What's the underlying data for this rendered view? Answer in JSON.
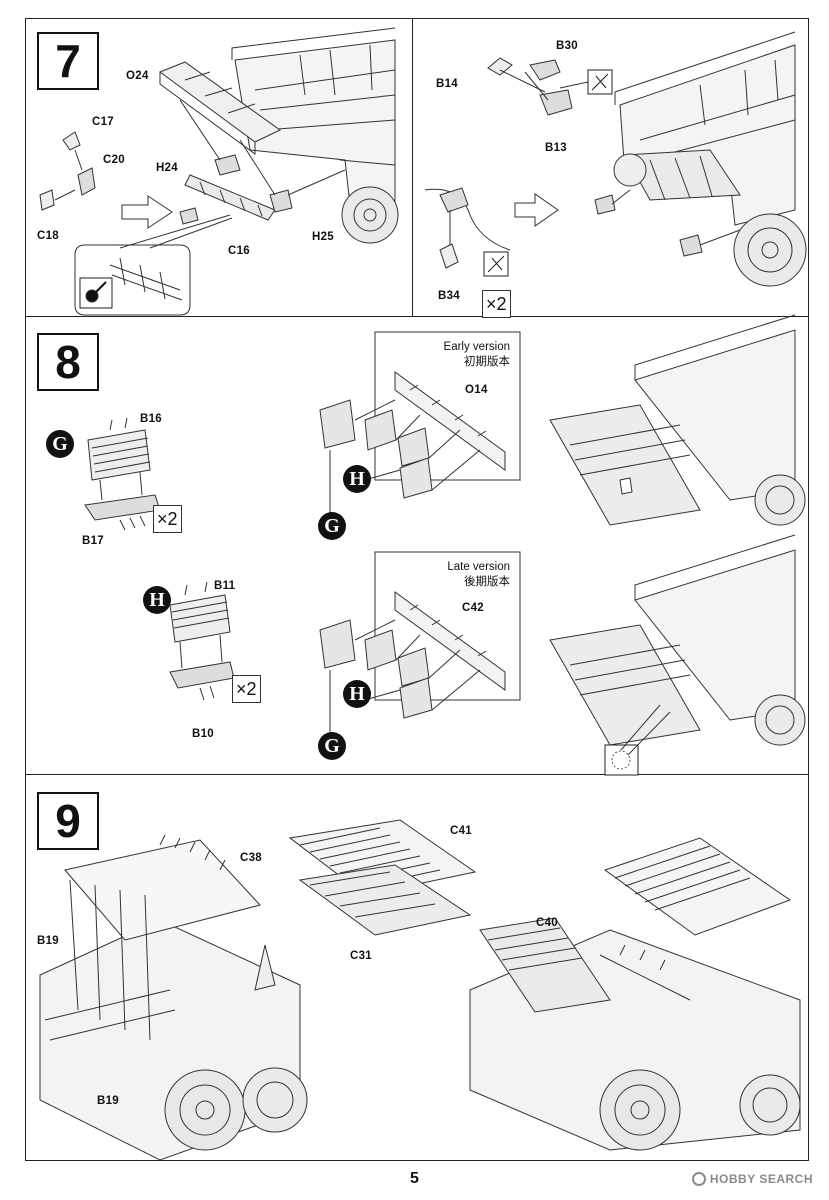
{
  "page_number": "5",
  "watermark": "HOBBY SEARCH",
  "steps": [
    {
      "number": "7",
      "labels": {
        "o24": "O24",
        "c17": "C17",
        "c20": "C20",
        "c18": "C18",
        "h24": "H24",
        "c16": "C16",
        "h25": "H25",
        "b14": "B14",
        "b30": "B30",
        "b13": "B13",
        "b34": "B34"
      },
      "multiplier": "×2"
    },
    {
      "number": "8",
      "labels": {
        "b16": "B16",
        "b17": "B17",
        "b11": "B11",
        "b10": "B10",
        "o14": "O14",
        "c42": "C42"
      },
      "circles": {
        "g": "G",
        "h": "H"
      },
      "multiplier": "×2",
      "early_version": {
        "en": "Early version",
        "jp": "初期版本"
      },
      "late_version": {
        "en": "Late version",
        "jp": "後期版本"
      }
    },
    {
      "number": "9",
      "labels": {
        "c38": "C38",
        "b19": "B19",
        "c41": "C41",
        "c31": "C31",
        "c40": "C40"
      }
    }
  ]
}
